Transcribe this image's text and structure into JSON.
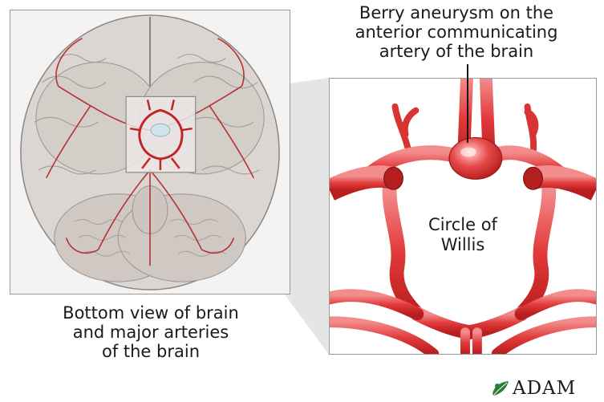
{
  "captions": {
    "top": "Berry aneurysm on the\nanterior communicating\nartery of the brain",
    "bottom": "Bottom view of brain\nand major arteries\nof the brain",
    "circle_label": "Circle of\nWillis"
  },
  "logo": {
    "text": "ADAM"
  },
  "colors": {
    "artery": "#e23a3a",
    "artery_dark": "#b81e1e",
    "artery_highlight": "#f7a0a0",
    "brain": "#d9d4d0",
    "brain_line": "#9d9490"
  }
}
